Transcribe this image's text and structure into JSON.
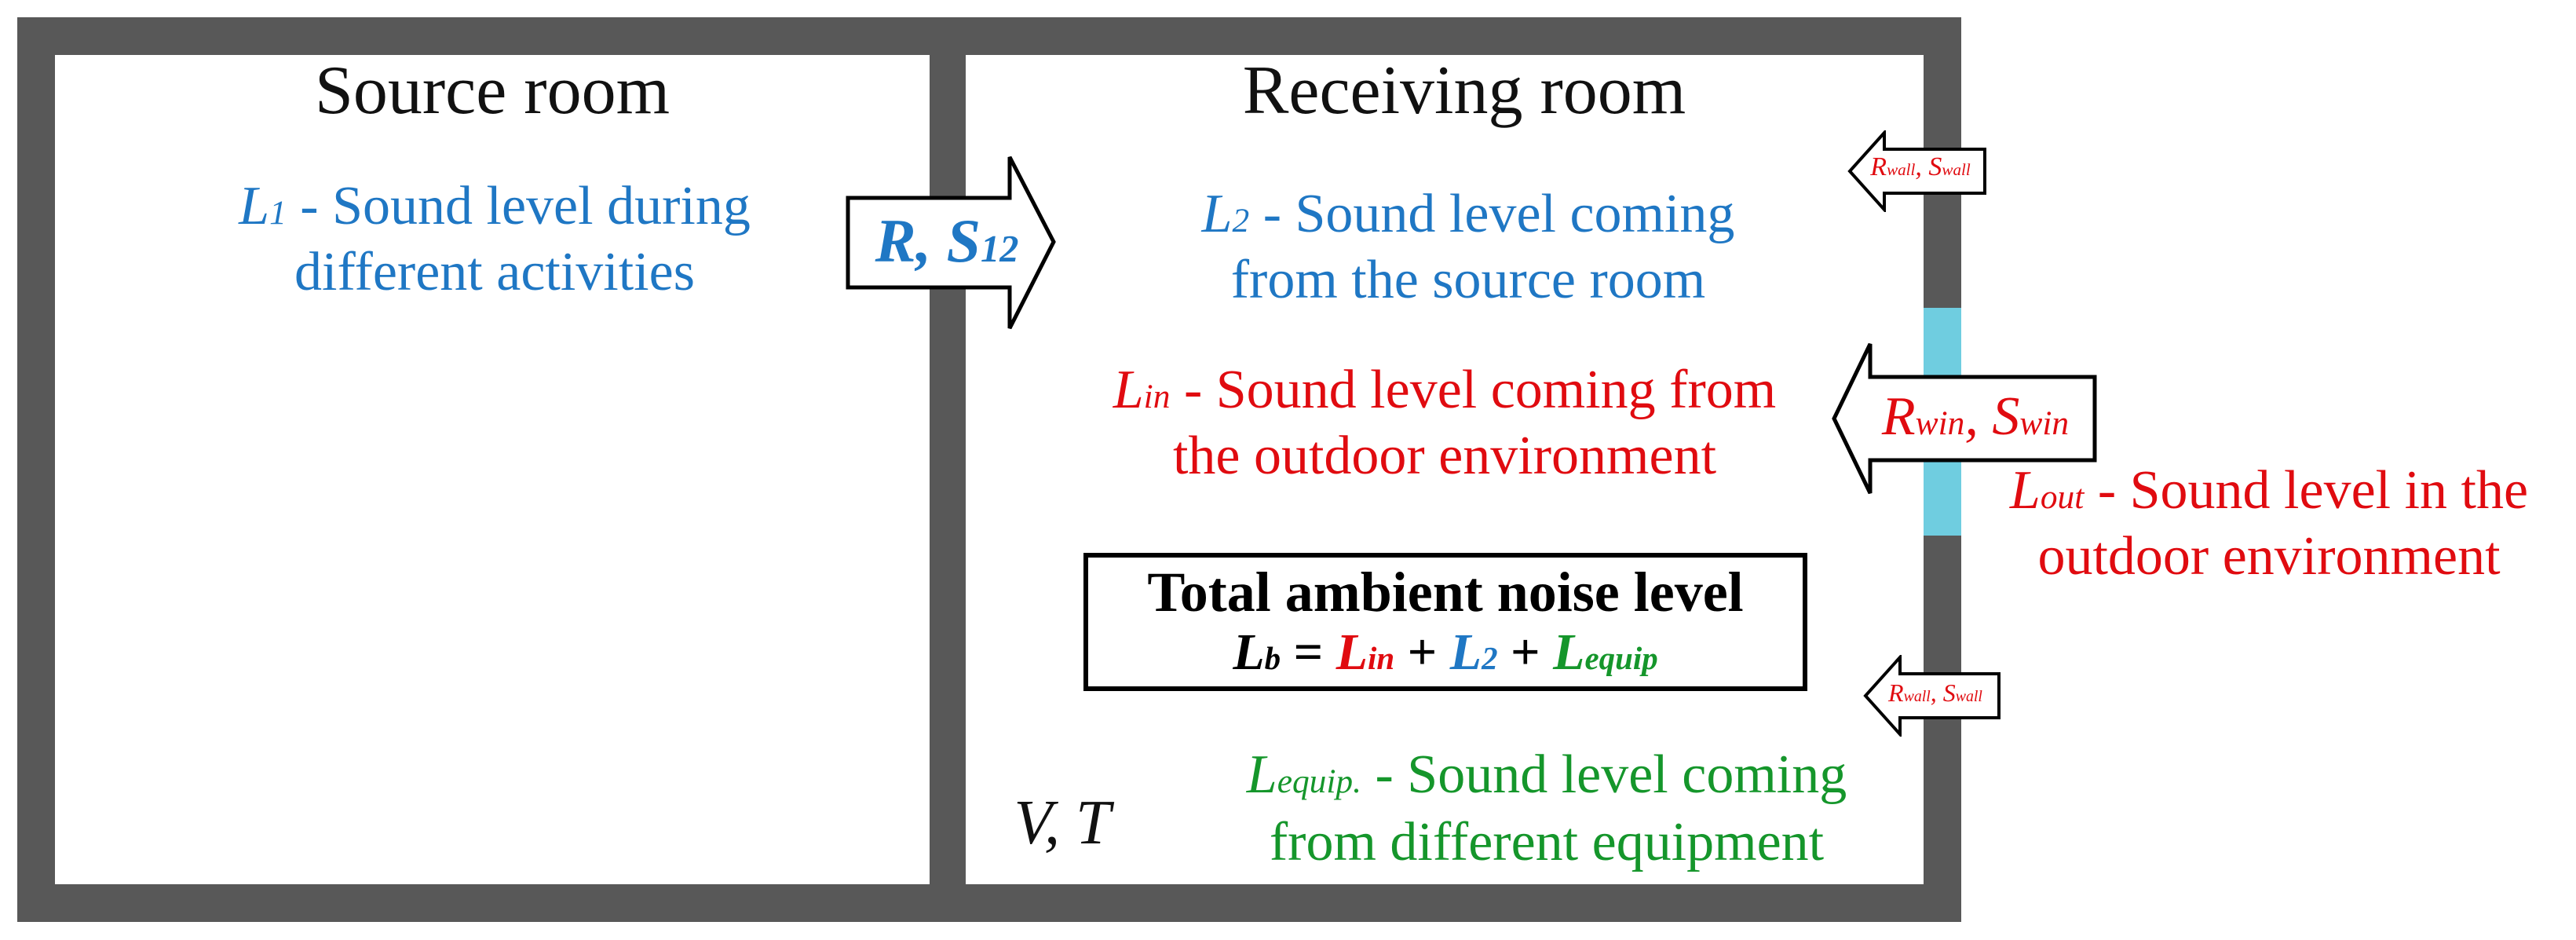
{
  "source_room": {
    "title": "Source room",
    "l1_symbol": "L",
    "l1_sub": "1",
    "l1_line1_rest": " - Sound level during",
    "l1_line2": "different activities"
  },
  "receiving_room": {
    "title": "Receiving room",
    "l2_symbol": "L",
    "l2_sub": "2",
    "l2_line1_rest": " - Sound level coming",
    "l2_line2": "from the source room",
    "lin_symbol": "L",
    "lin_sub": "in",
    "lin_line1_rest": " - Sound level coming from",
    "lin_line2": "the outdoor environment",
    "lequip_symbol": "L",
    "lequip_sub": "equip.",
    "lequip_line1_rest": " - Sound level coming",
    "lequip_line2": "from different equipment",
    "vt_label": "V, T"
  },
  "outdoor": {
    "lout_symbol": "L",
    "lout_sub": "out",
    "lout_line1_rest": " - Sound level in the",
    "lout_line2": "outdoor environment"
  },
  "total_box": {
    "title": "Total ambient noise level",
    "lb_symbol": "L",
    "lb_sub": "b",
    "eq": " = ",
    "lin_symbol": "L",
    "lin_sub": "in",
    "plus1": " + ",
    "l2_symbol": "L",
    "l2_sub": "2",
    "plus2": " + ",
    "lequip_symbol": "L",
    "lequip_sub": "equip"
  },
  "arrows": {
    "partition": {
      "r": "R, S",
      "sub": "12"
    },
    "wall_top": {
      "r": "R",
      "r_sub": "wall",
      "sep": ", ",
      "s": "S",
      "s_sub": "wall"
    },
    "window": {
      "r": "R",
      "r_sub": "win",
      "sep": ", ",
      "s": "S",
      "s_sub": "win"
    },
    "wall_bottom": {
      "r": "R",
      "r_sub": "wall",
      "sep": ", ",
      "s": "S",
      "s_sub": "wall"
    }
  },
  "colors": {
    "wall": "#585858",
    "window": "#6fcde0",
    "source_transmission": "#1f77c4",
    "outdoor": "#e00b10",
    "equipment": "#15962b"
  }
}
